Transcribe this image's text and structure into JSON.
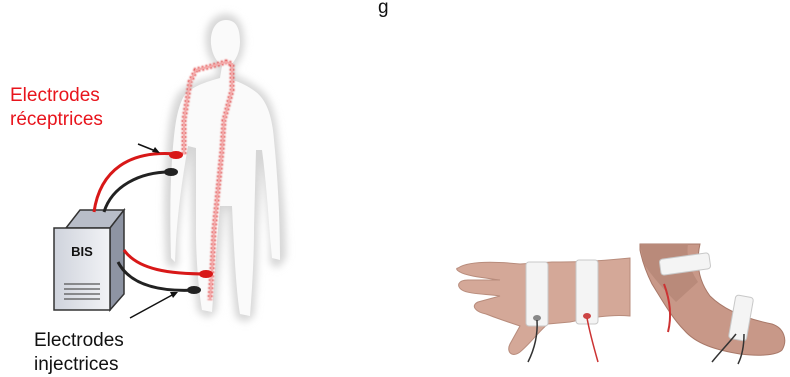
{
  "labels": {
    "receiving_line1": "Electrodes",
    "receiving_line2": "réceptrices",
    "injecting_line1": "Electrodes",
    "injecting_line2": "injectrices",
    "top_fragment": "g"
  },
  "device": {
    "label": "BIS"
  },
  "colors": {
    "receiving_text": "#e8141c",
    "body_glow": "#d8d8d8",
    "current_path": "#e04848",
    "red_wire": "#d81818",
    "black_wire": "#222222"
  }
}
